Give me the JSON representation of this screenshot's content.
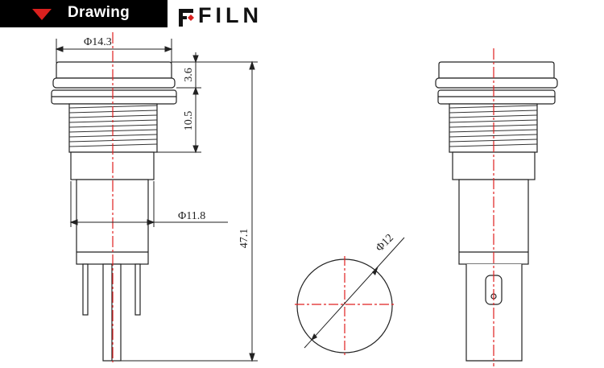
{
  "header": {
    "tab_label": "Drawing",
    "accent_color": "#d9201e",
    "brand_mark_icon": "diamond-icon",
    "brand_name": "FILN"
  },
  "dimensions": {
    "top_diameter": "Φ14.3",
    "flange_height": "3.6",
    "thread_length": "10.5",
    "body_diameter": "Φ11.8",
    "total_length": "47.1",
    "panel_cutout": "Φ12"
  }
}
